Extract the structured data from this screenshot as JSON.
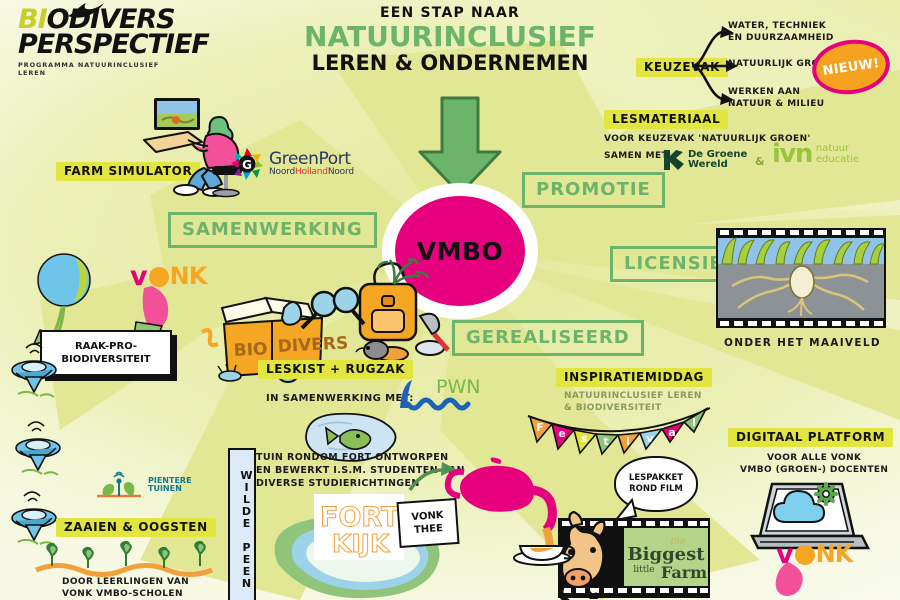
{
  "logo": {
    "line1_a": "BI",
    "line1_b": "ODIVERS",
    "line2": "PERSPECTIEF",
    "subtitle": "PROGRAMMA NATUURINCLUSIEF LEREN"
  },
  "title": {
    "kicker": "EEN STAP NAAR",
    "main": "NATUURINCLUSIEF",
    "sub": "LEREN & ONDERNEMEN"
  },
  "center": {
    "label": "VMBO"
  },
  "green_boxes": [
    {
      "label": "PROMOTIE"
    },
    {
      "label": "LICENSIE"
    },
    {
      "label": "SAMENWERKING"
    },
    {
      "label": "GEREALISEERD"
    }
  ],
  "keuzevak": {
    "tag": "KEUZEVAK",
    "options": [
      "WATER, TECHNIEK\nEN DUURZAAMHEID",
      "NATUURLIJK GROEN",
      "WERKEN AAN\nNATUUR & MILIEU"
    ],
    "badge": "NIEUW!"
  },
  "lesmateriaal": {
    "tag": "LESMATERIAAL",
    "line1": "VOOR KEUZEVAK 'NATUURLIJK GROEN'",
    "line2": "SAMEN MET:",
    "partners": {
      "groene_wereld": "De Groene\nWereld",
      "ampersand": "&",
      "ivn_mark": "ivn",
      "ivn_text": "natuur\neducatie"
    }
  },
  "farm_simulator": {
    "tag": "FARM SIMULATOR"
  },
  "greenport": {
    "mark_letter": "G",
    "name": "GreenPort",
    "region_a": "Noord",
    "region_b": "Holland",
    "region_c": "Noord"
  },
  "raakpro": {
    "label": "RAAK-PRO-\nBIODIVERSITEIT"
  },
  "vonk_left": {
    "v": "v",
    "nk": "NK"
  },
  "vonk_bottom": {
    "v": "v",
    "nk": "NK"
  },
  "leskist": {
    "tag": "LESKIST + RUGZAK",
    "collab_label": "IN SAMENWERKING MET:",
    "partner": "PWN",
    "box_text_a": "BIO",
    "box_text_b": "DIVERS"
  },
  "maaiveld": {
    "caption": "ONDER HET MAAIVELD"
  },
  "inspiratiemiddag": {
    "tag": "INSPIRATIEMIDDAG",
    "subtitle": "NATUURINCLUSIEF LEREN\n& BIODIVERSITEIT",
    "bunting_letters": [
      "F",
      "e",
      "s",
      "t",
      "i",
      "v",
      "a",
      "l"
    ]
  },
  "digitaal_platform": {
    "tag": "DIGITAAL PLATFORM",
    "subtitle": "VOOR ALLE VONK\nVMBO (GROEN-) DOCENTEN"
  },
  "lespakket": {
    "bubble": "LESPAKKET\nROND FILM"
  },
  "biggest_little_farm": {
    "the": "the",
    "big": "Biggest",
    "little": "little",
    "farm": "Farm"
  },
  "fort": {
    "description": "TUIN RONDOM FORT ONTWORPEN\nEN BEWERKT I.S.M. STUDENTEN VAN\nDIVERSE STUDIERICHTINGEN",
    "sign": "WILDE PEEN",
    "fort_a": "FORT",
    "fort_b": "KIJK",
    "vonk_thee": "VONK\nTHEE"
  },
  "zaaien": {
    "tag": "ZAAIEN & OOGSTEN",
    "caption": "DOOR LEERLINGEN VAN\nVONK VMBO-SCHOLEN"
  },
  "pientere_tuinen": {
    "line1": "PIENTERE",
    "line2": "TUINEN"
  },
  "colors": {
    "pink": "#e6007e",
    "green": "#6cb46a",
    "yellow_tag": "#e2e53f",
    "orange": "#f5a623",
    "ray_yellow": "#e2e796",
    "logo_yellow": "#c8cf2a"
  }
}
